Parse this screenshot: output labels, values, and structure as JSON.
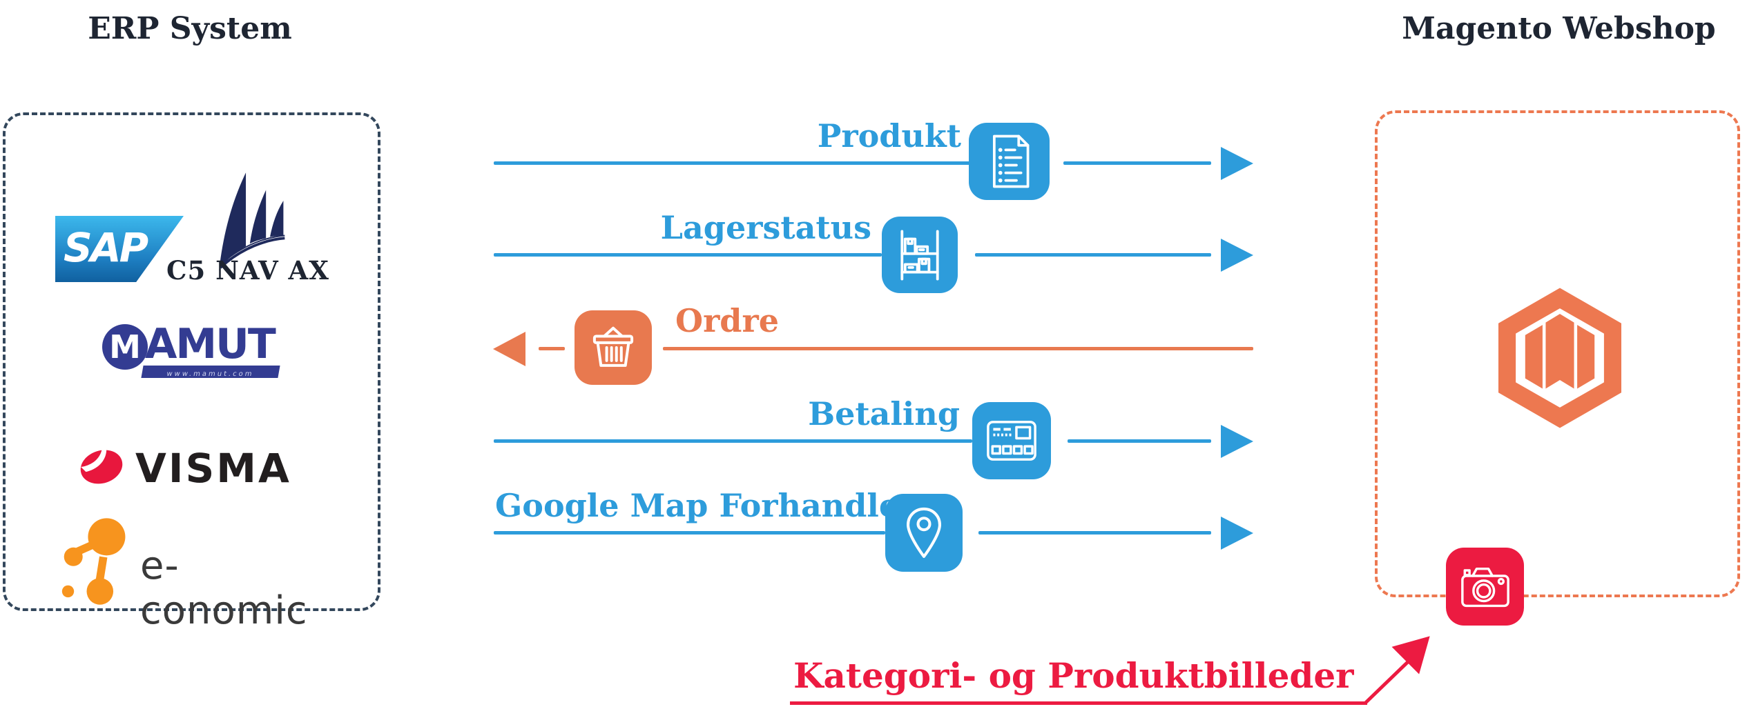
{
  "titles": {
    "erp": "ERP System",
    "magento": "Magento Webshop"
  },
  "erp": {
    "sap_label": "SAP",
    "dynamics_caption": "C5 NAV AX",
    "mamut_initial": "M",
    "mamut_rest": "AMUT",
    "mamut_url": "www.mamut.com",
    "visma_label": "VISMA",
    "economic_label": "e-conomic"
  },
  "flows": [
    {
      "label": "Produkt",
      "direction": "right",
      "color": "#2D9CDB",
      "icon": "document-list-icon"
    },
    {
      "label": "Lagerstatus",
      "direction": "right",
      "color": "#2D9CDB",
      "icon": "warehouse-shelf-icon"
    },
    {
      "label": "Ordre",
      "direction": "left",
      "color": "#E8794F",
      "icon": "shopping-basket-icon"
    },
    {
      "label": "Betaling",
      "direction": "right",
      "color": "#2D9CDB",
      "icon": "payment-terminal-icon"
    },
    {
      "label": "Google Map Forhandlere",
      "direction": "right",
      "color": "#2D9CDB",
      "icon": "map-pin-icon"
    }
  ],
  "annotation": {
    "label": "Kategori- og Produktbilleder",
    "icon": "camera-icon",
    "color": "#EC1B41"
  },
  "colors": {
    "blue": "#2D9CDB",
    "orange": "#E8794F",
    "magento_orange": "#ED7850",
    "crimson": "#EC1B41",
    "erp_border": "#33475C",
    "title_text": "#1E2532"
  }
}
